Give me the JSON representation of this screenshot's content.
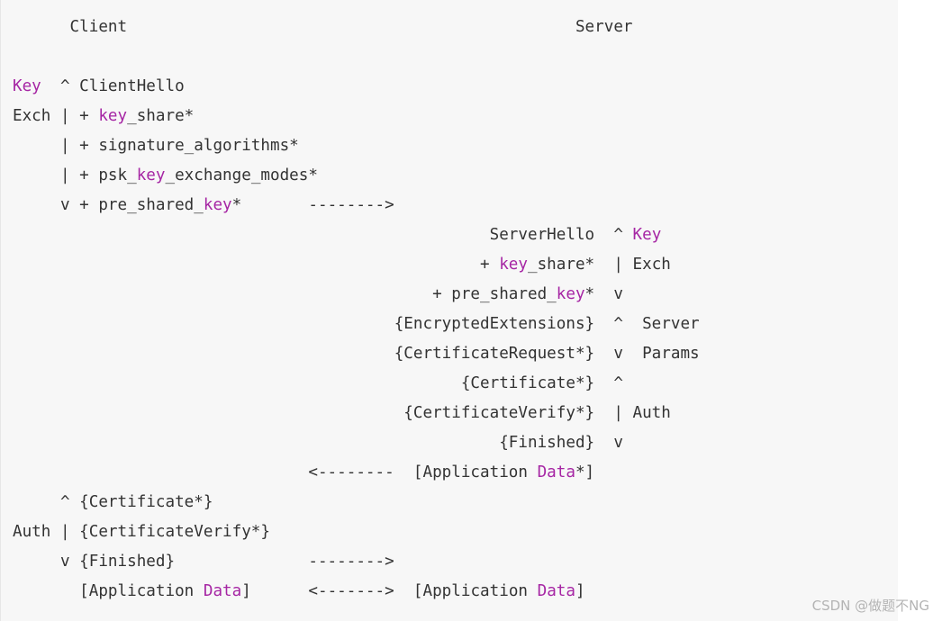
{
  "colors": {
    "keyword": "#a626a4",
    "text": "#333333",
    "background": "#f7f7f7",
    "watermark": "#b4b4b4"
  },
  "lines": [
    [
      {
        "t": "      Client                                               Server"
      }
    ],
    [
      {
        "t": ""
      }
    ],
    [
      {
        "t": "Key",
        "k": 1
      },
      {
        "t": "  ^ ClientHello"
      }
    ],
    [
      {
        "t": "Exch | + "
      },
      {
        "t": "key",
        "k": 1
      },
      {
        "t": "_share*"
      }
    ],
    [
      {
        "t": "     | + signature_algorithms*"
      }
    ],
    [
      {
        "t": "     | + psk_"
      },
      {
        "t": "key",
        "k": 1
      },
      {
        "t": "_exchange_modes*"
      }
    ],
    [
      {
        "t": "     v + pre_shared_"
      },
      {
        "t": "key",
        "k": 1
      },
      {
        "t": "*       -------->"
      }
    ],
    [
      {
        "t": "                                                  ServerHello  ^ "
      },
      {
        "t": "Key",
        "k": 1
      }
    ],
    [
      {
        "t": "                                                 + "
      },
      {
        "t": "key",
        "k": 1
      },
      {
        "t": "_share*  | Exch"
      }
    ],
    [
      {
        "t": "                                            + pre_shared_"
      },
      {
        "t": "key",
        "k": 1
      },
      {
        "t": "*  v"
      }
    ],
    [
      {
        "t": "                                        {EncryptedExtensions}  ^  Server"
      }
    ],
    [
      {
        "t": "                                        {CertificateRequest*}  v  Params"
      }
    ],
    [
      {
        "t": "                                               {Certificate*}  ^"
      }
    ],
    [
      {
        "t": "                                         {CertificateVerify*}  | Auth"
      }
    ],
    [
      {
        "t": "                                                   {Finished}  v"
      }
    ],
    [
      {
        "t": "                               <--------  [Application "
      },
      {
        "t": "Data",
        "k": 1
      },
      {
        "t": "*]"
      }
    ],
    [
      {
        "t": "     ^ {Certificate*}"
      }
    ],
    [
      {
        "t": "Auth | {CertificateVerify*}"
      }
    ],
    [
      {
        "t": "     v {Finished}              -------->"
      }
    ],
    [
      {
        "t": "       [Application "
      },
      {
        "t": "Data",
        "k": 1
      },
      {
        "t": "]      <------->  [Application "
      },
      {
        "t": "Data",
        "k": 1
      },
      {
        "t": "]"
      }
    ]
  ],
  "watermark": "CSDN @做题不NG"
}
